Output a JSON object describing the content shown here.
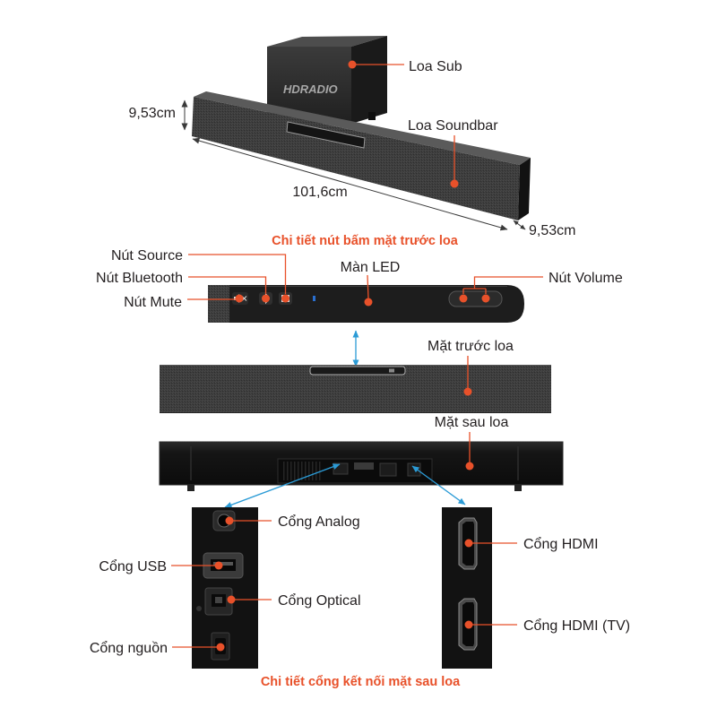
{
  "colors": {
    "accent": "#e8512a",
    "arrow": "#2b9bd6",
    "text": "#231f20"
  },
  "subwoofer": {
    "logo": "HDRADIO",
    "label": "Loa Sub"
  },
  "soundbar": {
    "label": "Loa Soundbar",
    "height": "9,53cm",
    "length": "101,6cm",
    "depth": "9,53cm"
  },
  "front_buttons": {
    "heading": "Chi tiết nút bấm mặt trước loa",
    "source": "Nút Source",
    "bluetooth": "Nút Bluetooth",
    "mute": "Nút Mute",
    "led_display": "Màn LED",
    "volume": "Nút Volume"
  },
  "views": {
    "front": "Mặt trước loa",
    "rear": "Mặt sau loa"
  },
  "rear_ports": {
    "analog": "Cổng Analog",
    "usb": "Cổng USB",
    "optical": "Cổng Optical",
    "power": "Cổng nguồn",
    "hdmi": "Cổng HDMI",
    "hdmi_tv": "Cổng HDMI (TV)",
    "heading": "Chi tiết cổng kết nối mặt sau loa"
  },
  "icons": {
    "mute": "mute-icon",
    "bluetooth": "bluetooth-icon",
    "source": "source-icon",
    "volume_down": "volume-down-icon",
    "volume_up": "volume-up-icon"
  }
}
